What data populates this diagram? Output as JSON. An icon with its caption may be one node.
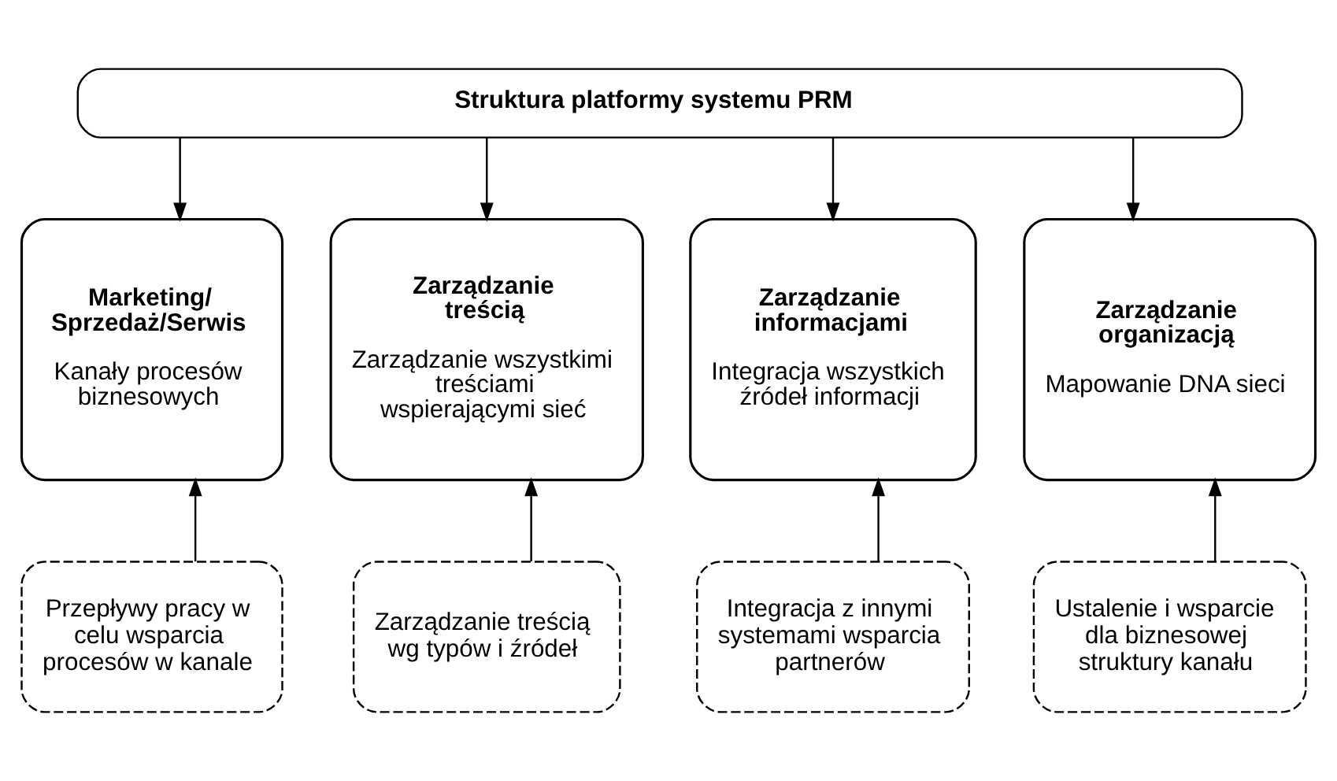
{
  "diagram": {
    "nodes": [
      {
        "text": [
          "Struktura platformy systemu PRM"
        ]
      },
      {
        "text": [
          "Marketing/ Sprzedaż/Serwis",
          "Kanały procesów biznesowych"
        ]
      },
      {
        "text": [
          "Zarządzanie treścią",
          "Zarządzanie wszystkimi treściami wspierającymi sieć"
        ]
      },
      {
        "text": [
          "Zarządzanie informacjami",
          "Integracja wszystkich źródeł informacji"
        ]
      },
      {
        "text": [
          "Zarządzanie organizacją",
          "Mapowanie DNA sieci"
        ]
      },
      {
        "text": [
          "Przepływy pracy w celu wsparcia procesów w kanale"
        ]
      },
      {
        "text": [
          "Zarządzanie treścią wg typów i źródeł"
        ]
      },
      {
        "text": [
          "Integracja z innymi systemami wsparcia partnerów"
        ]
      },
      {
        "text": [
          "Ustalenie i wsparcie dla biznesowej struktury kanału"
        ]
      }
    ],
    "edges": [
      {
        "from": 0,
        "to": 1,
        "arrow": "to"
      },
      {
        "from": 0,
        "to": 2,
        "arrow": "to"
      },
      {
        "from": 0,
        "to": 3,
        "arrow": "to"
      },
      {
        "from": 0,
        "to": 4,
        "arrow": "to"
      },
      {
        "from": 5,
        "to": 1,
        "arrow": "to"
      },
      {
        "from": 6,
        "to": 2,
        "arrow": "to"
      },
      {
        "from": 7,
        "to": 3,
        "arrow": "to"
      },
      {
        "from": 8,
        "to": 4,
        "arrow": "to"
      }
    ]
  }
}
